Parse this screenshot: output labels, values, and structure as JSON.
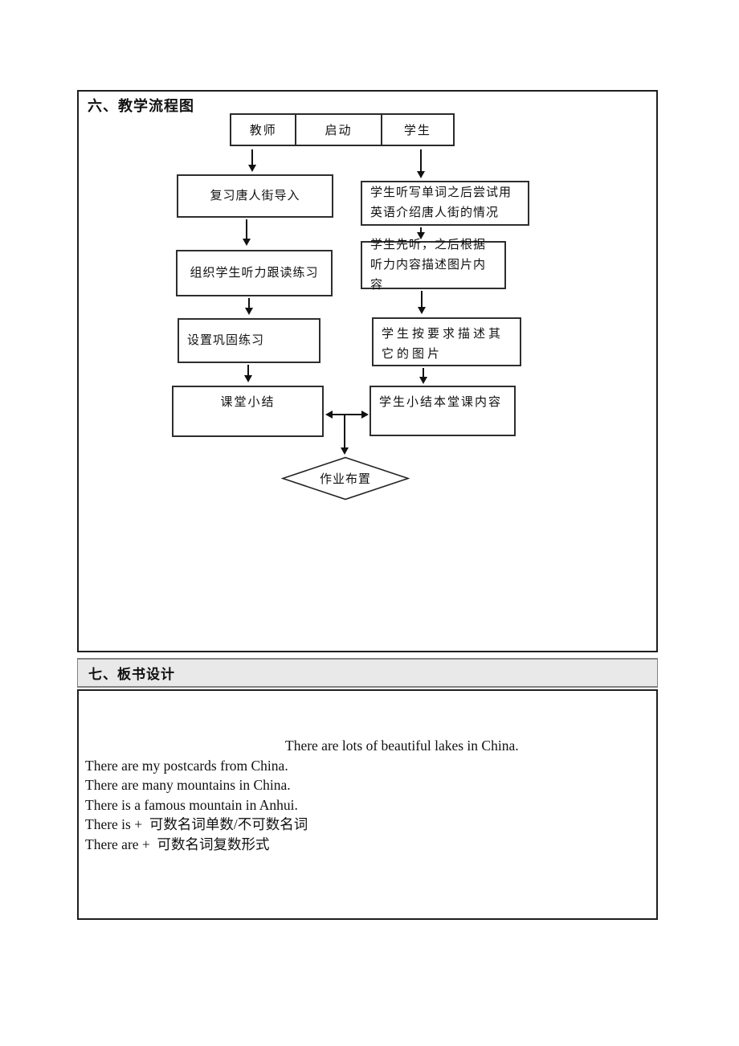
{
  "section6": {
    "title": "六、教学流程图",
    "flowchart": {
      "header_cells": [
        "教师",
        "启动",
        "学生"
      ],
      "teacher_column": [
        "复习唐人街导入",
        "组织学生听力跟读练习",
        "设置巩固练习",
        "课堂小结"
      ],
      "student_column": [
        "学生听写单词之后尝试用英语介绍唐人街的情况",
        "学生先听，之后根据听力内容描述图片内容",
        "学生按要求描述其它的图片",
        "学生小结本堂课内容"
      ],
      "end_node": "作业布置"
    }
  },
  "section7": {
    "title": "七、板书设计",
    "board": {
      "indented_line": "There are lots of beautiful lakes in China.",
      "lines": [
        "There are my postcards from China.",
        "There are many mountains in China.",
        "There is a famous mountain in Anhui.",
        "There is +  可数名词单数/不可数名词",
        "There are +  可数名词复数形式"
      ]
    }
  },
  "colors": {
    "section_header_bg": "#e9e9e9",
    "section_header_border": "#828282",
    "line_color": "#111111",
    "page_bg": "#ffffff"
  }
}
